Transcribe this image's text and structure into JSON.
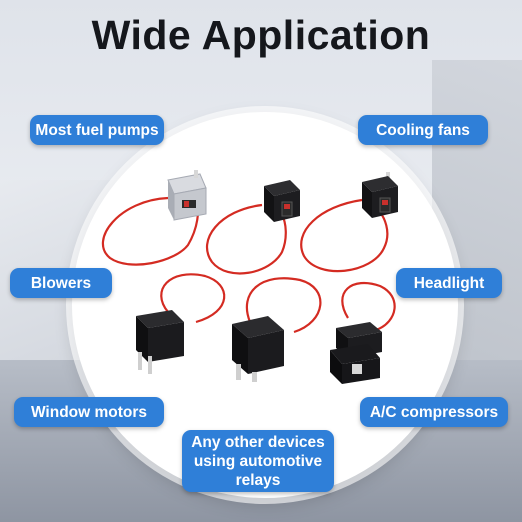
{
  "headline": "Wide Application",
  "applications": {
    "fuel_pumps": "Most fuel pumps",
    "cooling_fans": "Cooling fans",
    "blowers": "Blowers",
    "headlight": "Headlight",
    "window_motors": "Window motors",
    "ac_compressors": "A/C compressors",
    "other_devices": "Any other devices using automotive relays"
  },
  "colors": {
    "accent": "#f0a21f",
    "label_bg": "#2f7fd8",
    "wire": "#d42b22"
  }
}
